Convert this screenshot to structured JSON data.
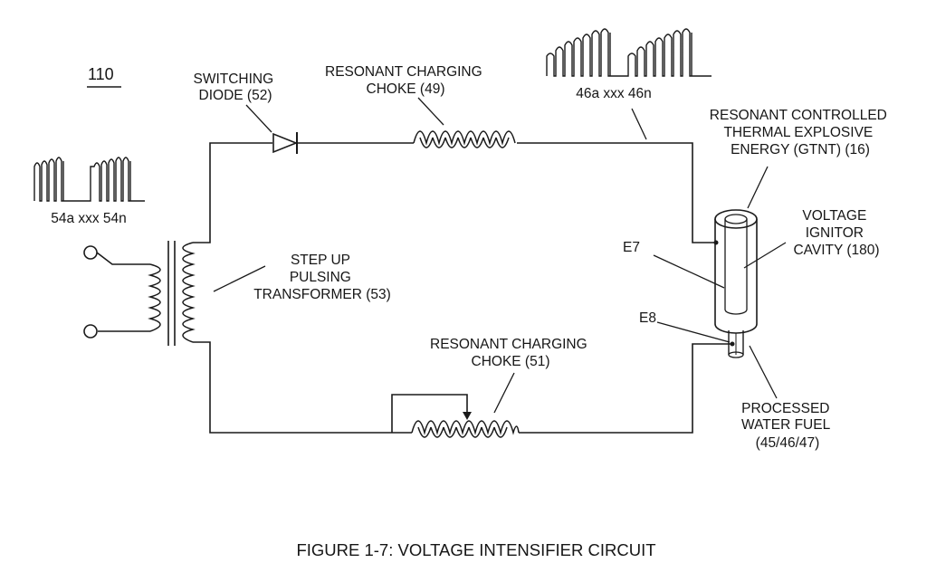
{
  "figure": {
    "reference_number": "110",
    "caption": "FIGURE 1-7: VOLTAGE INTENSIFIER CIRCUIT"
  },
  "labels": {
    "switching_diode": [
      "SWITCHING",
      "DIODE (52)"
    ],
    "choke_top": [
      "RESONANT CHARGING",
      "CHOKE (49)"
    ],
    "pulse_train_top": "46a xxx 46n",
    "pulse_train_left": "54a xxx 54n",
    "gtnt": [
      "RESONANT CONTROLLED",
      "THERMAL EXPLOSIVE",
      "ENERGY (GTNT) (16)"
    ],
    "ignitor_cavity": [
      "VOLTAGE",
      "IGNITOR",
      "CAVITY (180)"
    ],
    "electrode_e7": "E7",
    "electrode_e8": "E8",
    "transformer": [
      "STEP UP",
      "PULSING",
      "TRANSFORMER (53)"
    ],
    "choke_bottom": [
      "RESONANT CHARGING",
      "CHOKE (51)"
    ],
    "water_fuel": [
      "PROCESSED",
      "WATER FUEL",
      "(45/46/47)"
    ]
  }
}
